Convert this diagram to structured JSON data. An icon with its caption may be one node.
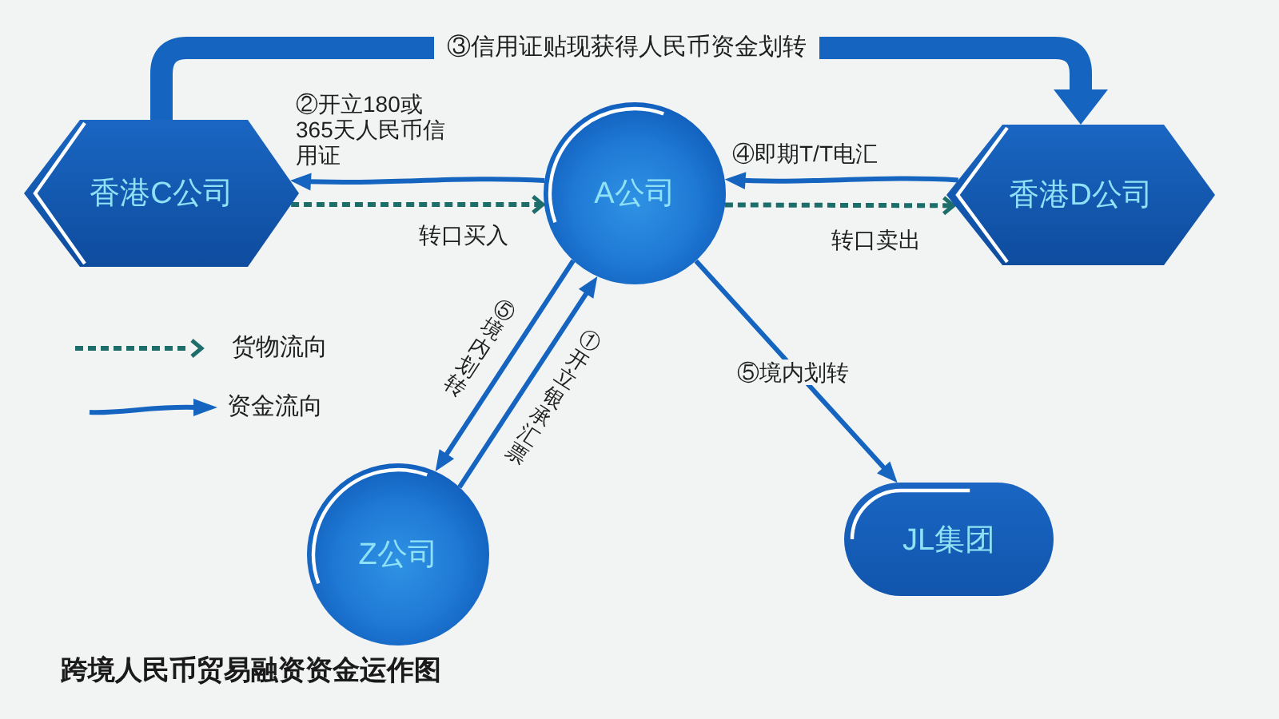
{
  "diagram": {
    "caption": "跨境人民币贸易融资资金运作图",
    "nodes": [
      {
        "text": [
          "香港C公司"
        ]
      },
      {
        "text": [
          "A公司"
        ]
      },
      {
        "text": [
          "香港D公司"
        ]
      },
      {
        "text": [
          "Z公司"
        ]
      },
      {
        "text": [
          "JL集团"
        ]
      }
    ],
    "edges": [
      {
        "from": 0,
        "to": 2,
        "arrow": "to",
        "label": "③信用证贴现获得人民币资金划转",
        "style": "thick"
      },
      {
        "from": 1,
        "to": 0,
        "arrow": "to",
        "label": "②开立180或365天人民币信用证"
      },
      {
        "from": 0,
        "to": 1,
        "arrow": "to",
        "label": "转口买入",
        "style": "dashed",
        "color": "#1d6e6a"
      },
      {
        "from": 2,
        "to": 1,
        "arrow": "to",
        "label": "④即期T/T电汇"
      },
      {
        "from": 1,
        "to": 2,
        "arrow": "to",
        "label": "转口卖出",
        "style": "dashed",
        "color": "#1d6e6a"
      },
      {
        "from": 3,
        "to": 1,
        "arrow": "to",
        "label": "①开立银承汇票"
      },
      {
        "from": 1,
        "to": 3,
        "arrow": "to",
        "label": "⑤境内划转"
      },
      {
        "from": 1,
        "to": 4,
        "arrow": "to",
        "label": "⑤境内划转"
      }
    ],
    "legend": [
      {
        "text": "货物流向"
      },
      {
        "text": "资金流向"
      }
    ]
  }
}
